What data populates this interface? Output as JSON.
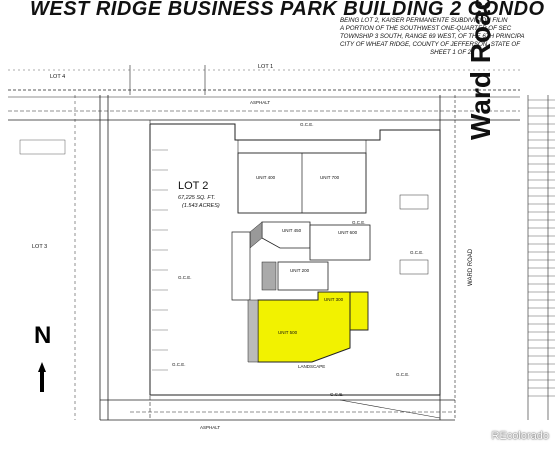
{
  "title": "WEST RIDGE BUSINESS PARK BUILDING 2 CONDO",
  "subtitle_lines": [
    "BEING LOT 2, KAISER PERMANENTE SUBDIVISION FILIN",
    "A PORTION OF THE SOUTHWEST ONE-QUARTER OF SEC",
    "TOWNSHIP 3 SOUTH, RANGE 69 WEST, OF THE 6TH PRINCIPA",
    "CITY OF WHEAT RIDGE, COUNTY OF JEFFERSON, STATE OF",
    "SHEET 1 OF 2"
  ],
  "lots": {
    "lot1": "LOT 1",
    "lot2": "LOT 2",
    "lot2_area1": "67,225 SQ. FT.",
    "lot2_area2": "(1.543 ACRES)",
    "lot3": "LOT 3",
    "lot4": "LOT 4"
  },
  "units": {
    "u400": "UNIT 400",
    "u700": "UNIT 700",
    "u450": "UNIT 450",
    "u200": "UNIT 200",
    "u600": "UNIT 600",
    "u300": "UNIT 300",
    "u500": "UNIT 500"
  },
  "labels": {
    "gce": "G.C.E.",
    "asphalt": "ASPHALT",
    "landscape": "LANDSCAPE",
    "ward_road": "Ward Road",
    "ward_road_small": "WARD ROAD",
    "north": "N",
    "watermark": "REcolorado"
  },
  "colors": {
    "highlight": "#f2f200",
    "ink": "#111111"
  }
}
